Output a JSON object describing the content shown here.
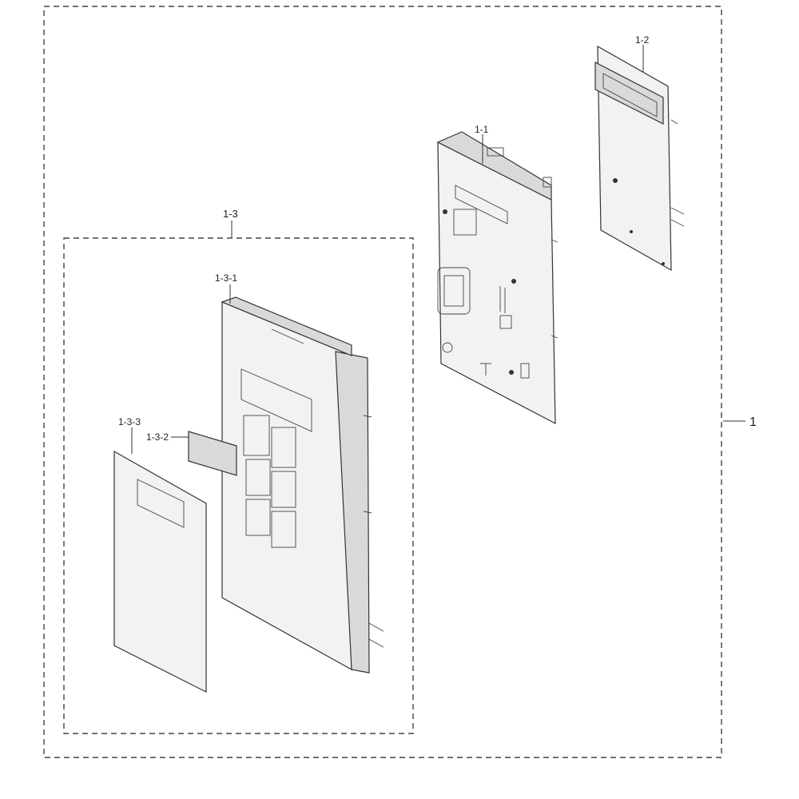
{
  "callouts": {
    "assembly": "1",
    "pcb_bracket": "1-1",
    "pcb_board": "1-2",
    "control_subassembly": "1-3",
    "control_panel_frame": "1-3-1",
    "display_window": "1-3-2",
    "membrane_keypad": "1-3-3"
  }
}
